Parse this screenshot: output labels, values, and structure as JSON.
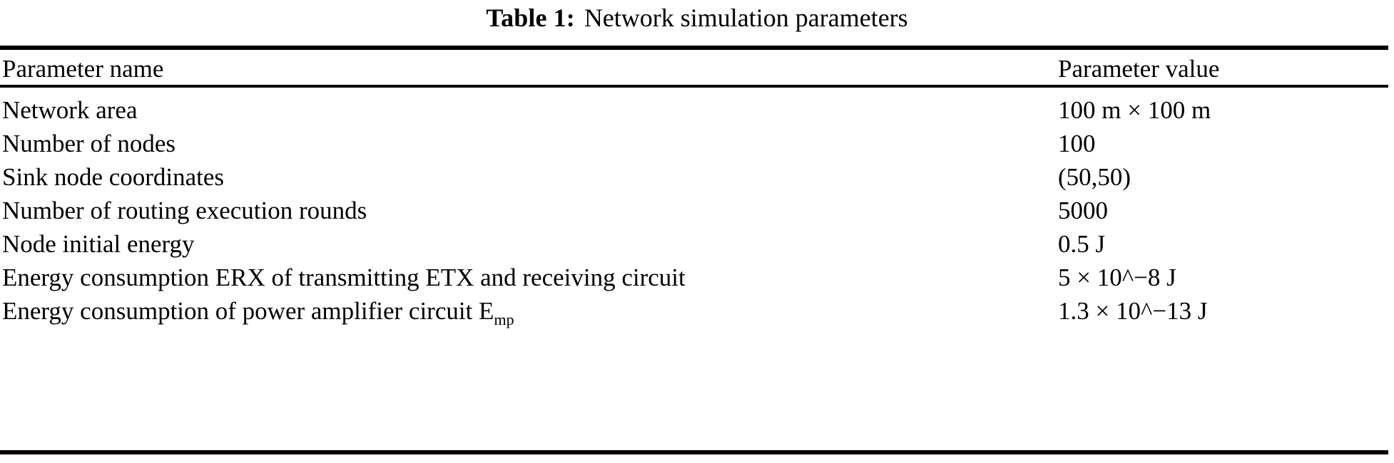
{
  "caption": {
    "label": "Table 1:",
    "text": "Network simulation parameters"
  },
  "table": {
    "headers": {
      "name": "Parameter name",
      "value": "Parameter value"
    },
    "rows": [
      {
        "name": "Network area",
        "value": "100 m × 100 m"
      },
      {
        "name": "Number of nodes",
        "value": "100"
      },
      {
        "name": "Sink node coordinates",
        "value": "(50,50)"
      },
      {
        "name": "Number of routing execution rounds",
        "value": "5000"
      },
      {
        "name": "Node initial energy",
        "value": "0.5 J"
      },
      {
        "name": "Energy consumption ERX of transmitting ETX and receiving circuit",
        "value": "5 × 10^−8 J"
      },
      {
        "name": "Energy consumption of power amplifier circuit E",
        "name_subscript": "mp",
        "value": "1.3 × 10^−13 J"
      }
    ]
  },
  "style": {
    "text_color": "#000000",
    "background_color": "#ffffff",
    "rule_color": "#000000"
  }
}
